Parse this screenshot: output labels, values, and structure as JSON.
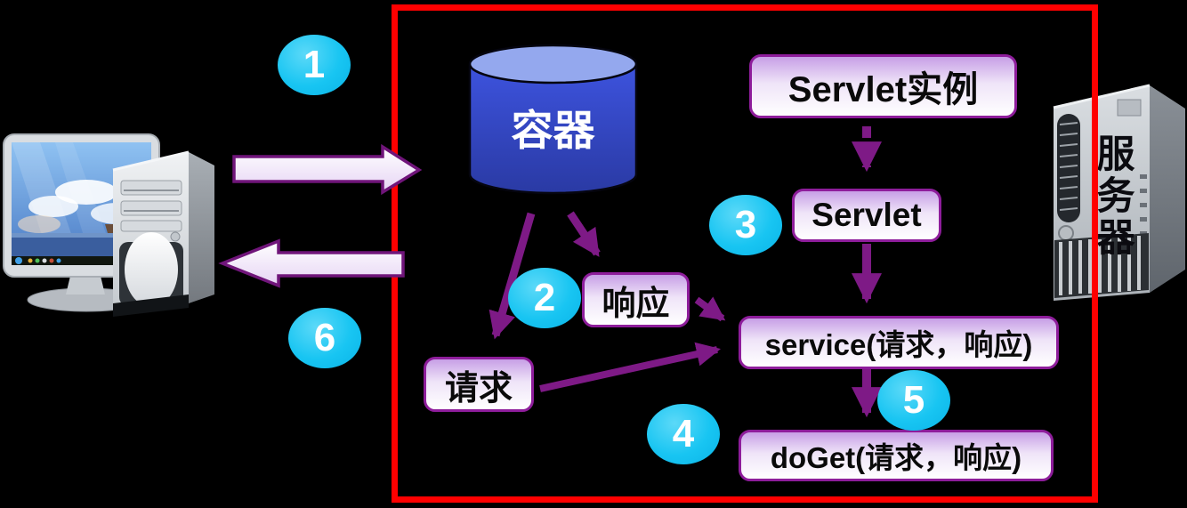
{
  "diagram_subject": "Servlet container request handling flow",
  "labels": {
    "container": "容器",
    "server": "服务器",
    "servlet_instance": "Servlet实例",
    "servlet": "Servlet",
    "service_method": "service(请求，响应)",
    "doget_method": "doGet(请求，响应)",
    "response": "响应",
    "request": "请求"
  },
  "steps": [
    "1",
    "2",
    "3",
    "4",
    "5",
    "6"
  ],
  "colors": {
    "background": "#000000",
    "boundary_red": "#ff0000",
    "step_badge_cyan": "#18c5f2",
    "arrow_purple": "#7e1a86",
    "box_border_purple": "#8e1d9b",
    "box_fill_top": "#c79fe6",
    "box_fill_bottom": "#ffffff",
    "cylinder_top": "#94a8ee",
    "cylinder_body": "#3d53de"
  }
}
